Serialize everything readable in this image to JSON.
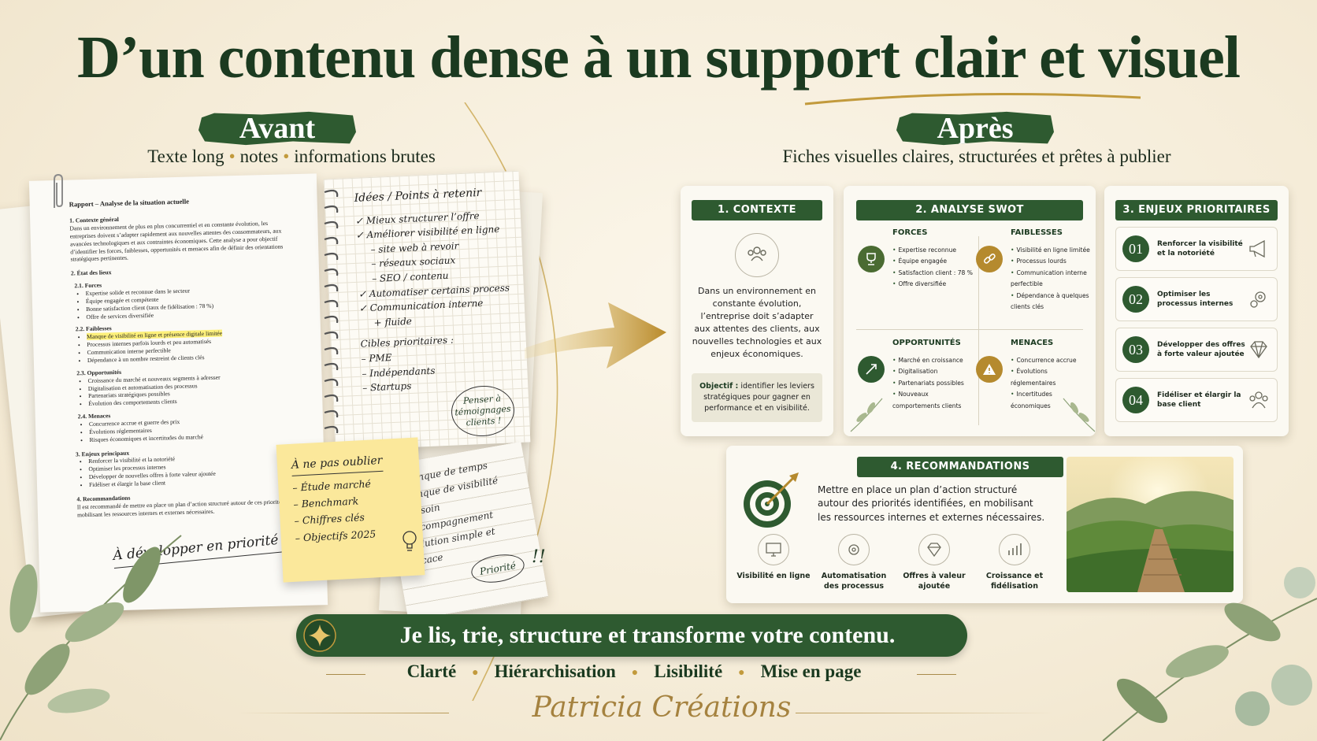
{
  "title": "D’un contenu dense à un support clair et visuel",
  "avant": {
    "label": "Avant",
    "subtitle_parts": [
      "Texte long",
      "notes",
      "informations brutes"
    ]
  },
  "apres": {
    "label": "Après",
    "subtitle": "Fiches visuelles claires, structurées et prêtes à publier"
  },
  "report": {
    "title": "Rapport – Analyse de la situation actuelle",
    "s1_title": "1. Contexte général",
    "s1_text": "Dans un environnement de plus en plus concurrentiel et en constante évolution, les entreprises doivent s’adapter rapidement aux nouvelles attentes des consommateurs, aux avancées technologiques et aux contraintes économiques. Cette analyse a pour objectif d’identifier les forces, faiblesses, opportunités et menaces afin de définir des orientations stratégiques pertinentes.",
    "s2_title": "2. État des lieux",
    "s21_title": "2.1. Forces",
    "s21_items": [
      "Expertise solide et reconnue dans le secteur",
      "Équipe engagée et compétente",
      "Bonne satisfaction client (taux de fidélisation : 78 %)",
      "Offre de services diversifiée"
    ],
    "s22_title": "2.2. Faiblesses",
    "s22_highlight": "Manque de visibilité en ligne et présence digitale limitée",
    "s22_items": [
      "Processus internes parfois lourds et peu automatisés",
      "Communication interne perfectible",
      "Dépendance à un nombre restreint de clients clés"
    ],
    "s23_title": "2.3. Opportunités",
    "s23_items": [
      "Croissance du marché et nouveaux segments à adresser",
      "Digitalisation et automatisation des processus",
      "Partenariats stratégiques possibles",
      "Évolution des comportements clients"
    ],
    "s24_title": "2.4. Menaces",
    "s24_items": [
      "Concurrence accrue et guerre des prix",
      "Évolutions réglementaires",
      "Risques économiques et incertitudes du marché"
    ],
    "s3_title": "3. Enjeux principaux",
    "s3_items": [
      "Renforcer la visibilité et la notoriété",
      "Optimiser les processus internes",
      "Développer de nouvelles offres à forte valeur ajoutée",
      "Fidéliser et élargir la base client"
    ],
    "s4_title": "4. Recommandations",
    "s4_text": "Il est recommandé de mettre en place un plan d’action structuré autour de ces priorités, en mobilisant les ressources internes et externes nécessaires.",
    "handwritten": "À développer en priorité !"
  },
  "notebook": {
    "title": "Idées / Points à retenir",
    "checks": [
      "Mieux structurer l’offre",
      "Améliorer visibilité en ligne"
    ],
    "sub_items": [
      "site web à revoir",
      "réseaux sociaux",
      "SEO / contenu"
    ],
    "checks2": [
      "Automatiser certains process",
      "Communication interne"
    ],
    "checks2_cont": "+ fluide",
    "targets_title": "Cibles prioritaires :",
    "targets": [
      "PME",
      "Indépendants",
      "Startups"
    ],
    "stamp": "Penser à témoignages clients !"
  },
  "lined": {
    "items": [
      "manque de temps",
      "manque de visibilité",
      "besoin d’accompagnement",
      "solution simple et efficace"
    ],
    "bubble": "Priorité",
    "exclaim": "!!"
  },
  "postit": {
    "title": "À ne pas oublier",
    "items": [
      "Étude marché",
      "Benchmark",
      "Chiffres clés",
      "Objectifs 2025"
    ]
  },
  "contexte": {
    "label": "1. CONTEXTE",
    "text": "Dans un environnement en constante évolution, l’entreprise doit s’adapter aux attentes des clients, aux nouvelles technologies et aux enjeux économiques.",
    "objectif_label": "Objectif :",
    "objectif_text": "identifier les leviers stratégiques pour gagner en performance et en visibilité."
  },
  "swot": {
    "label": "2. ANALYSE SWOT",
    "forces": {
      "title": "FORCES",
      "items": [
        "Expertise reconnue",
        "Équipe engagée",
        "Satisfaction client : 78 %",
        "Offre diversifiée"
      ]
    },
    "faiblesses": {
      "title": "FAIBLESSES",
      "items": [
        "Visibilité en ligne limitée",
        "Processus lourds",
        "Communication interne perfectible",
        "Dépendance à quelques clients clés"
      ]
    },
    "opportunites": {
      "title": "OPPORTUNITÉS",
      "items": [
        "Marché en croissance",
        "Digitalisation",
        "Partenariats possibles",
        "Nouveaux comportements clients"
      ]
    },
    "menaces": {
      "title": "MENACES",
      "items": [
        "Concurrence accrue",
        "Évolutions réglementaires",
        "Incertitudes économiques"
      ]
    }
  },
  "enjeux": {
    "label": "3. ENJEUX PRIORITAIRES",
    "items": [
      {
        "num": "01",
        "text": "Renforcer la visibilité et la notoriété"
      },
      {
        "num": "02",
        "text": "Optimiser les processus internes"
      },
      {
        "num": "03",
        "text": "Développer des offres à forte valeur ajoutée"
      },
      {
        "num": "04",
        "text": "Fidéliser et élargir la base client"
      }
    ]
  },
  "reco": {
    "label": "4. RECOMMANDATIONS",
    "text": "Mettre en place un plan d’action structuré autour des priorités identifiées, en mobilisant les ressources internes et externes nécessaires.",
    "items": [
      "Visibilité en ligne",
      "Automatisation des processus",
      "Offres à valeur ajoutée",
      "Croissance et fidélisation"
    ]
  },
  "banner": "Je lis, trie, structure et transforme votre contenu.",
  "keywords": [
    "Clarté",
    "Hiérarchisation",
    "Lisibilité",
    "Mise en page"
  ],
  "signature": "Patricia Créations",
  "colors": {
    "green": "#2e5a30",
    "gold": "#c29a3c",
    "bg": "#f5ecd8"
  }
}
